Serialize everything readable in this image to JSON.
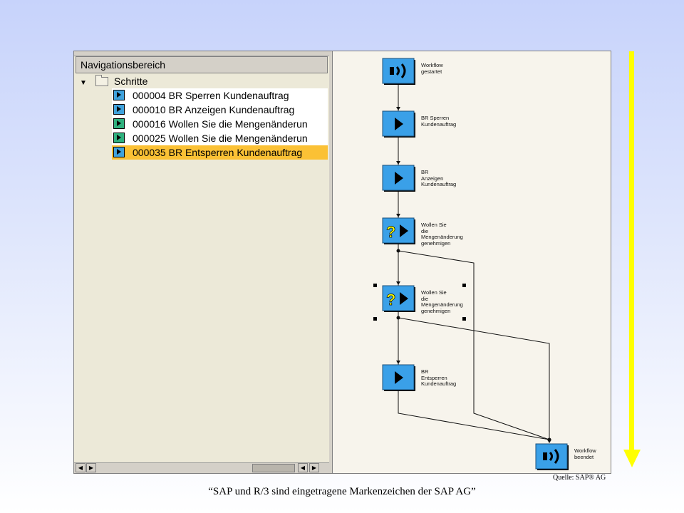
{
  "nav": {
    "header": "Navigationsbereich",
    "tree_root": "Schritte",
    "steps": [
      {
        "id": "000004",
        "label": "000004 BR Sperren Kundenauftrag",
        "icon": "play-step-icon",
        "selected": false
      },
      {
        "id": "000010",
        "label": "000010 BR Anzeigen Kundenauftrag",
        "icon": "play-step-icon",
        "selected": false
      },
      {
        "id": "000016",
        "label": "000016 Wollen Sie die Mengenänderun",
        "icon": "decision-step-icon",
        "selected": false
      },
      {
        "id": "000025",
        "label": "000025 Wollen Sie die Mengenänderun",
        "icon": "decision-step-icon",
        "selected": false
      },
      {
        "id": "000035",
        "label": "000035 BR Entsperren Kundenauftrag",
        "icon": "play-step-icon",
        "selected": true
      }
    ]
  },
  "graph": {
    "nodes": [
      {
        "id": "start",
        "kind": "event",
        "icon": "workflow-event-icon",
        "lines": [
          "Workflow",
          "gestartet"
        ]
      },
      {
        "id": "n1",
        "kind": "step",
        "icon": "play-step-icon",
        "lines": [
          "BR Sperren",
          "Kundenauftrag"
        ]
      },
      {
        "id": "n2",
        "kind": "step",
        "icon": "play-step-icon",
        "lines": [
          "BR",
          "Anzeigen",
          "Kundenauftrag"
        ]
      },
      {
        "id": "n3",
        "kind": "decision",
        "icon": "decision-step-icon",
        "lines": [
          "Wollen Sie",
          "die",
          "Mengenänderung",
          "genehmigen"
        ]
      },
      {
        "id": "n4",
        "kind": "decision",
        "icon": "decision-step-icon",
        "lines": [
          "Wollen Sie",
          "die",
          "Mengenänderung",
          "genehmigen"
        ]
      },
      {
        "id": "n5",
        "kind": "step",
        "icon": "play-step-icon",
        "lines": [
          "BR",
          "Entsperren",
          "Kundenauftrag"
        ]
      },
      {
        "id": "end",
        "kind": "event",
        "icon": "workflow-event-icon",
        "lines": [
          "Workflow",
          "beendet"
        ]
      }
    ]
  },
  "colors": {
    "node_blue": "#3aa0e8",
    "selection": "#fbc135",
    "flow_arrow": "#ffff00"
  },
  "source": "Quelle: SAP® AG",
  "footer": "“SAP und R/3 sind eingetragene Markenzeichen der SAP AG”"
}
